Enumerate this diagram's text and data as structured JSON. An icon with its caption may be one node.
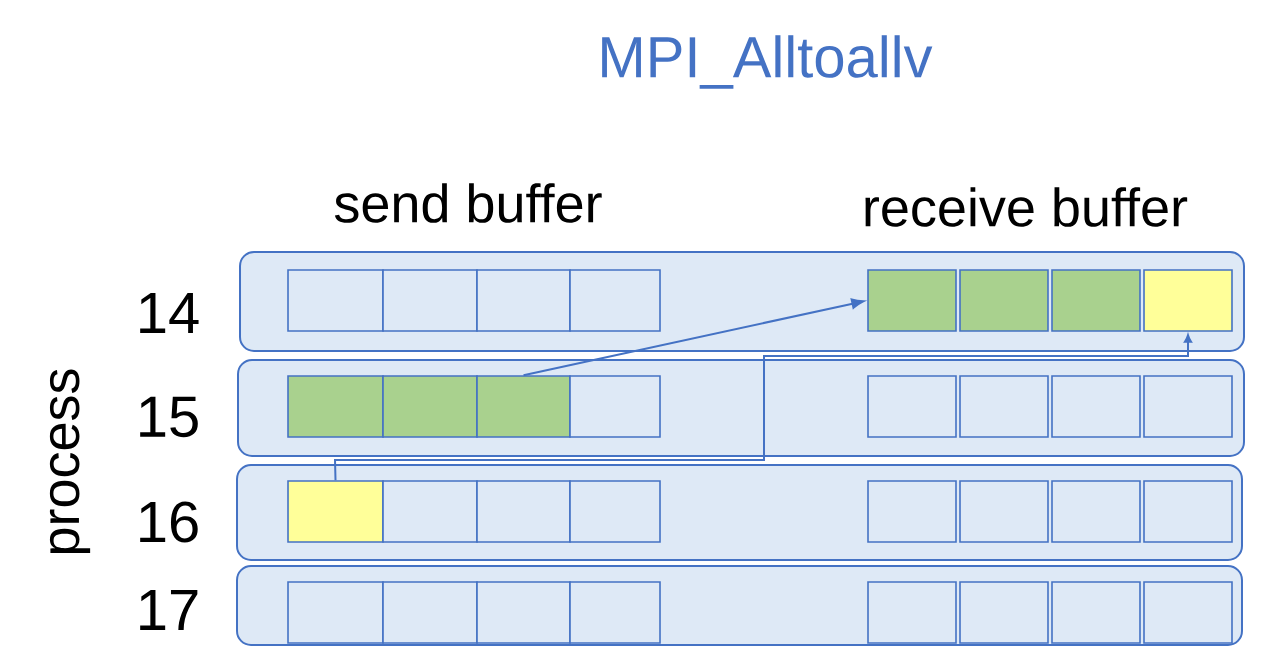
{
  "diagram": {
    "title": "MPI_Alltoallv",
    "nodes": [
      {
        "text": [],
        "shape": "box",
        "beside": [
          "14"
        ]
      },
      {
        "text": [],
        "shape": "box",
        "in": 0
      },
      {
        "text": [],
        "shape": "box",
        "in": 0
      },
      {
        "text": [],
        "shape": "box",
        "in": 0
      },
      {
        "text": [],
        "shape": "box",
        "in": 0
      },
      {
        "text": [],
        "shape": "box",
        "in": 0
      },
      {
        "text": [],
        "shape": "box",
        "in": 0
      },
      {
        "text": [],
        "shape": "box",
        "in": 0
      },
      {
        "text": [],
        "shape": "box",
        "in": 0
      },
      {
        "text": [],
        "shape": "box",
        "beside": [
          "15"
        ]
      },
      {
        "text": [],
        "shape": "box",
        "in": 9
      },
      {
        "text": [],
        "shape": "box",
        "in": 9
      },
      {
        "text": [],
        "shape": "box",
        "in": 9
      },
      {
        "text": [],
        "shape": "box",
        "in": 9
      },
      {
        "text": [],
        "shape": "box",
        "in": 9
      },
      {
        "text": [],
        "shape": "box",
        "in": 9
      },
      {
        "text": [],
        "shape": "box",
        "in": 9
      },
      {
        "text": [],
        "shape": "box",
        "in": 9
      },
      {
        "text": [],
        "shape": "box",
        "beside": [
          "16"
        ]
      },
      {
        "text": [],
        "shape": "box",
        "in": 18
      },
      {
        "text": [],
        "shape": "box",
        "in": 18
      },
      {
        "text": [],
        "shape": "box",
        "in": 18
      },
      {
        "text": [],
        "shape": "box",
        "in": 18
      },
      {
        "text": [],
        "shape": "box",
        "in": 18
      },
      {
        "text": [],
        "shape": "box",
        "in": 18
      },
      {
        "text": [],
        "shape": "box",
        "in": 18
      },
      {
        "text": [],
        "shape": "box",
        "in": 18
      },
      {
        "text": [],
        "shape": "box",
        "beside": [
          "17"
        ]
      },
      {
        "text": [],
        "shape": "box",
        "in": 27
      },
      {
        "text": [],
        "shape": "box",
        "in": 27
      },
      {
        "text": [],
        "shape": "box",
        "in": 27
      },
      {
        "text": [],
        "shape": "box",
        "in": 27
      },
      {
        "text": [],
        "shape": "box",
        "in": 27
      },
      {
        "text": [],
        "shape": "box",
        "in": 27
      },
      {
        "text": [],
        "shape": "box",
        "in": 27
      },
      {
        "text": [],
        "shape": "box",
        "in": 27
      }
    ],
    "edges": [
      {
        "from": 12,
        "to": 5,
        "arrow": "to"
      },
      {
        "from": 19,
        "to": 8,
        "arrow": "to"
      }
    ],
    "labels": [
      "send buffer",
      "receive buffer",
      "process"
    ]
  }
}
